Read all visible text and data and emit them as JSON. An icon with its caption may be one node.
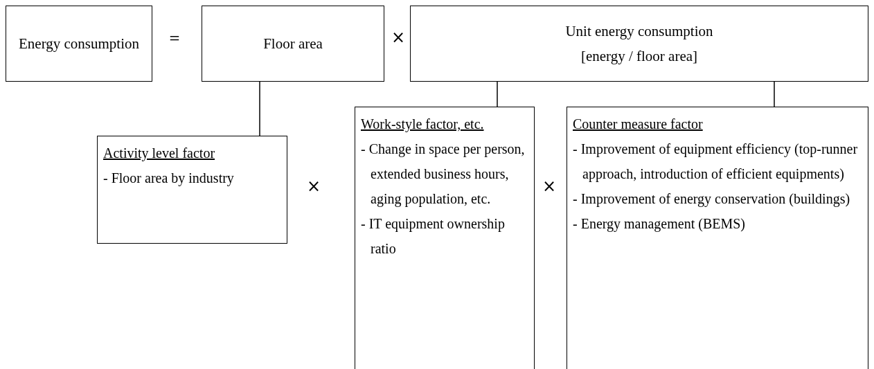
{
  "diagram": {
    "nodes": [
      {
        "text": [
          "Energy consumption"
        ]
      },
      {
        "text": [
          "Floor area"
        ]
      },
      {
        "text": [
          "Unit energy consumption",
          "[energy / floor area]"
        ]
      },
      {
        "text": [
          "Activity level factor",
          "- Floor area by industry"
        ]
      },
      {
        "text": [
          "Work-style factor, etc.",
          "- Change in space per person, extended business hours, aging population, etc.",
          "- IT equipment ownership ratio"
        ]
      },
      {
        "text": [
          "Counter measure factor",
          "- Improvement of equipment efficiency (top-runner approach, introduction of efficient equipments)",
          "- Improvement of energy conservation (buildings)",
          "- Energy management (BEMS)"
        ]
      }
    ],
    "edges": [
      {
        "from": 1,
        "to": 3,
        "arrow": "none"
      },
      {
        "from": 2,
        "to": 4,
        "arrow": "none"
      },
      {
        "from": 2,
        "to": 5,
        "arrow": "none"
      }
    ],
    "labels": [
      "＝",
      "×",
      "×",
      "×"
    ]
  }
}
